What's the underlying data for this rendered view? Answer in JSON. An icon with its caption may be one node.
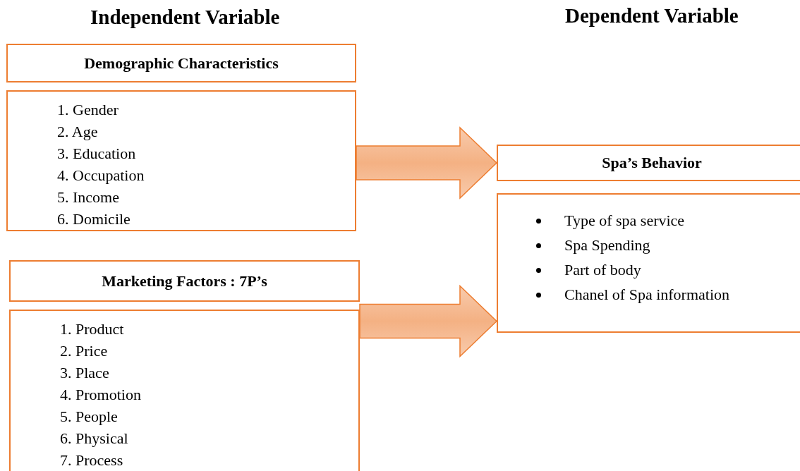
{
  "diagram": {
    "nodes": [
      {
        "text": [
          "Demographic Characteristics"
        ]
      },
      {
        "text": [
          "1. Gender",
          "2. Age",
          "3. Education",
          "4. Occupation",
          "5. Income",
          "6. Domicile"
        ]
      },
      {
        "text": [
          "Marketing Factors : 7P’s"
        ]
      },
      {
        "text": [
          "1. Product",
          "2. Price",
          "3. Place",
          "4. Promotion",
          "5. People",
          "6. Physical",
          "7. Process"
        ]
      },
      {
        "text": [
          "Spa’s Behavior"
        ]
      },
      {
        "text": [
          "Type of spa service",
          "Spa Spending",
          "Part of body",
          "Chanel of Spa information"
        ]
      }
    ],
    "edges": [
      {
        "from": 1,
        "to": 4,
        "arrow": "to"
      },
      {
        "from": 3,
        "to": 5,
        "arrow": "to"
      }
    ],
    "labels": [
      "Independent Variable",
      "Dependent Variable"
    ]
  }
}
